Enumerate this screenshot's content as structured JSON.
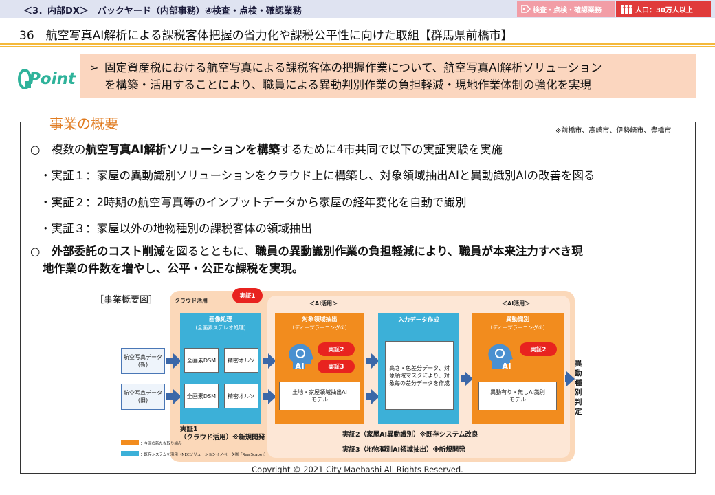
{
  "header": {
    "title": "＜3．内部DX＞　バックヤード（内部事務）④検査・点検・確認業務",
    "tag_category": "検査・点検・確認業務",
    "tag_population": "人口：30万人以上",
    "colors": {
      "strip": "#dfe3f1",
      "tag_pink": "#f29da6",
      "tag_red": "#e03b3b",
      "accent_line": "#f4b93c"
    }
  },
  "title": "36　航空写真AI解析による課税客体把握の省力化や課税公平性に向けた取組【群馬県前橋市】",
  "point": {
    "logo": "Point",
    "line1": "固定資産税における航空写真による課税客体の把握作業について、航空写真AI解析ソリューション",
    "line2": "を構築・活用することにより、職員による異動判別作業の負担軽減・現地作業体制の強化を実現"
  },
  "overview": {
    "label": "事業の概要",
    "note": "※前橋市、高崎市、伊勢崎市、豊橋市",
    "b1_pre": "○　複数の",
    "b1_bold": "航空写真AI解析ソリューションを構築",
    "b1_post": "するために4市共同で以下の実証実験を実施",
    "s1": "・実証１：家屋の異動識別ソリューションをクラウド上に構築し、対象領域抽出AIと異動識別AIの改善を図る",
    "s2": "・実証２：2時期の航空写真等のインプットデータから家屋の経年変化を自動で識別",
    "s3": "・実証３：家屋以外の地物種別の課税客体の領域抽出",
    "b2_pre": "○　",
    "b2_bold1": "外部委託のコスト削減",
    "b2_mid": "を図るとともに、",
    "b2_bold2": "職員の異動識別作業の負担軽減により、職員が本来注力すべき現",
    "b2_line2": "地作業の件数を増やし、公平・公正な課税を実現。"
  },
  "diagram": {
    "label": "［事業概要図］",
    "cloud_label": "クラウド活用",
    "badge1": "実証1",
    "ai_use_1": "＜AI活用＞",
    "ai_use_2": "＜AI活用＞",
    "input_new": "航空写真データ(新)",
    "input_old": "航空写真データ(旧)",
    "col1_title": "画像処理",
    "col1_sub": "(全画素ステレオ処理)",
    "dsm": "全画素DSM",
    "ortho": "精密オルソ",
    "col2_title": "対象領域抽出",
    "col2_sub": "（ディープラーニング①）",
    "badge2": "実証2",
    "badge3": "実証3",
    "col2_model": "土地・家屋領域抽出AIモデル",
    "col3_title": "入力データ作成",
    "col3_box": "高さ・色差分データ、対象領域マスクにより、対象毎の差分データを作成",
    "col4_title": "異動識別",
    "col4_sub": "（ディープラーニング②）",
    "badge4": "実証2",
    "col4_model": "異動有り・無しAI識別モデル",
    "ai": "AI",
    "result": "異動種別判定",
    "note1a": "実証1",
    "note1b": "（クラウド活用）※新規開発",
    "note2": "実証2（家屋AI異動識別）※既存システム改良",
    "note3": "実証3（地物種別AI領域抽出）※新規開発",
    "legend1": "：今回の新たな取り組み",
    "legend2": "：既存システムを活用（NECソリューションイノベータ㈱「RealScape」）",
    "colors": {
      "orange": "#f28c1e",
      "blue": "#3cb0d8",
      "red_badge": "#e8231f",
      "arrow": "#3b67a8",
      "bg_outer": "#fbd8b9",
      "bg_inner": "#fde7d6"
    }
  },
  "copyright": "Copyright © 2021 City Maebashi All Rights Reserved."
}
